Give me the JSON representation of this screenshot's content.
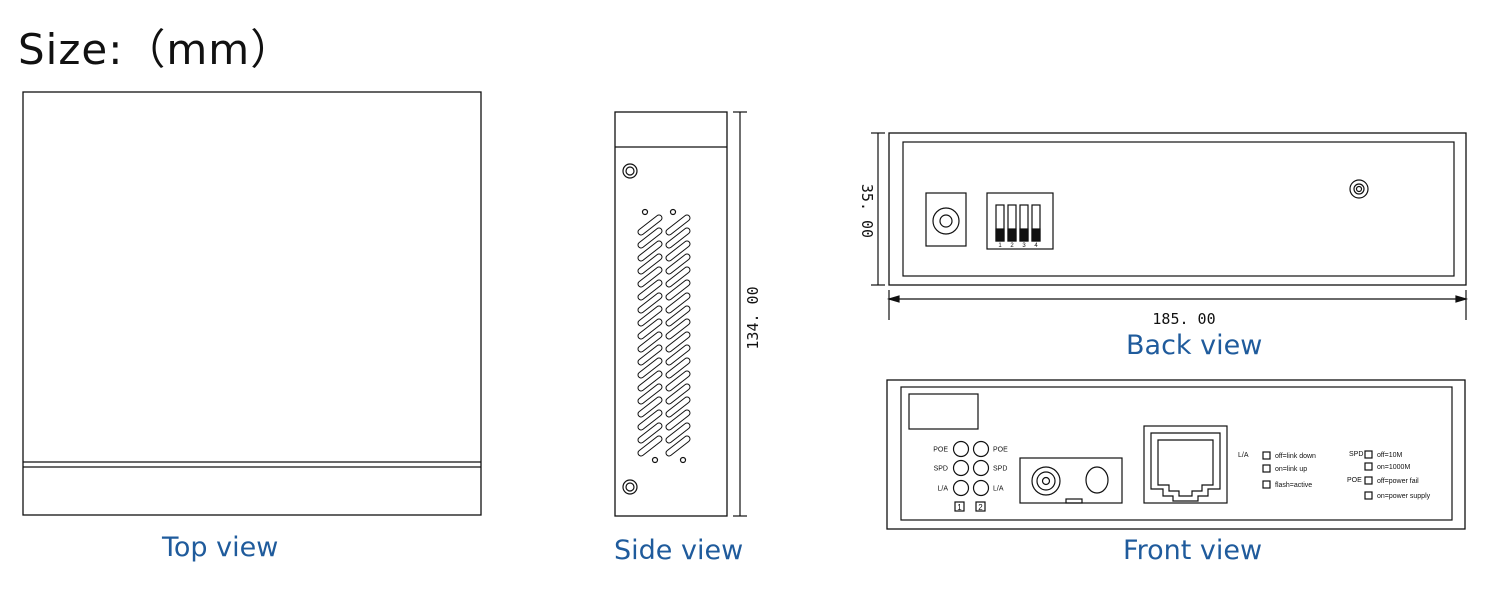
{
  "title": "Size:（mm）",
  "views": {
    "top": "Top view",
    "side": "Side view",
    "back": "Back view",
    "front": "Front view"
  },
  "dimensions": {
    "depth": "134. 00",
    "height": "35. 00",
    "width": "185. 00"
  },
  "switch_numbers": [
    "1",
    "2",
    "3",
    "4"
  ],
  "front_panel": {
    "leds_left": [
      "POE",
      "SPD",
      "L/A"
    ],
    "leds_right": [
      "POE",
      "SPD",
      "L/A"
    ],
    "port_numbers": [
      "1",
      "2"
    ],
    "la_label": "L/A",
    "la_legend": [
      "off=link down",
      "on=link up",
      "flash=active"
    ],
    "spd_label": "SPD",
    "spd_legend": [
      "off=10M",
      "on=1000M"
    ],
    "poe_label": "POE",
    "poe_legend": [
      "off=power fail",
      "on=power supply"
    ]
  },
  "colors": {
    "caption": "#1f5b9c",
    "line": "#111111"
  }
}
